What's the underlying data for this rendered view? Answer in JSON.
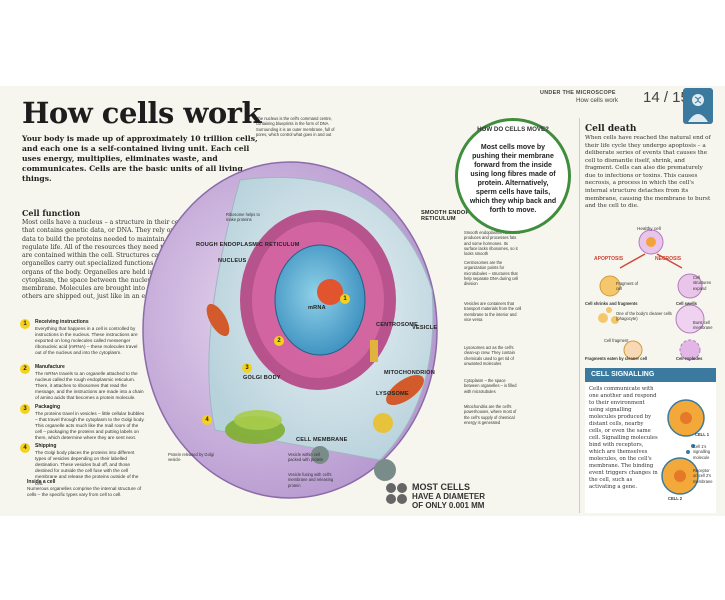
{
  "header": {
    "section": "UNDER THE MICROSCOPE",
    "subtitle": "How cells work",
    "page": "14 / 15"
  },
  "title": "How cells work",
  "intro": "Your body is made up of approximately 10 trillion cells, and each one is a self-contained living unit. Each cell uses energy, multiplies, eliminates waste, and communicates. Cells are the basic units of all living things.",
  "cell_function": {
    "heading": "Cell function",
    "text": "Most cells have a nucleus – a structure in their centre that contains genetic data, or DNA. They rely on this data to build the proteins needed to maintain and regulate life. All of the resources they need to do this are contained within the cell. Structures called organelles carry out specialized functions, similar to the organs of the body. Organelles are held in the cytoplasm, the space between the nucleus and the cell membrane. Molecules are brought into the cell and others are shipped out, just like in an efficient factory."
  },
  "steps": [
    {
      "num": "1",
      "title": "Receiving instructions",
      "text": "Everything that happens in a cell is controlled by instructions in the nucleus. These instructions are exported on long molecules called messenger ribonucleic acid (mRNA) – these molecules travel out of the nucleus and into the cytoplasm."
    },
    {
      "num": "2",
      "title": "Manufacture",
      "text": "The mRNA travels to an organelle attached to the nucleus called the rough endoplasmic reticulum. There, it attaches to ribosomes that read the message, and the instructions are made into a chain of amino acids that becomes a protein molecule."
    },
    {
      "num": "3",
      "title": "Packaging",
      "text": "The proteins travel in vesicles – little cellular bubbles – that travel through the cytoplasm to the Golgi body. This organelle acts much like the mail room of the cell – packaging the proteins and putting labels on them, which determine where they are sent next."
    },
    {
      "num": "4",
      "title": "Shipping",
      "text": "The Golgi body places the proteins into different types of vesicles depending on their labelled destination. These vesicles bud off, and those destined for outside the cell fuse with the cell membrane and release the proteins outside of the cell."
    }
  ],
  "inside": {
    "heading": "Inside a cell",
    "text": "Numerous organelles comprise the internal structure of cells – the specific types vary from cell to cell."
  },
  "cell_labels": {
    "rough_er": "ROUGH ENDOPLASMIC RETICULUM",
    "nucleus": "NUCLEUS",
    "mrna": "mRNA",
    "golgi": "GOLGI BODY",
    "cell_membrane": "CELL MEMBRANE",
    "smooth_er": "SMOOTH ENDOPLASMIC RETICULUM",
    "centrosome": "CENTROSOME",
    "vesicle": "VESICLE",
    "mitochondrion": "MITOCHONDRION",
    "lysosome": "LYSOSOME"
  },
  "callouts": {
    "nucleus_desc": "The nucleus is the cell's command centre, containing blueprints in the form of DNA. Surrounding it is an outer membrane, full of pores, which control what goes in and out",
    "ribosome": "Ribosome helps to make proteins",
    "smooth_er_desc": "Smooth endoplasmic reticulum produces and processes fats and some hormones. Its surface lacks ribosomes, so it looks smooth",
    "centrosome_desc": "Centrosomes are the organization points for microtubules – structures that help separate DNA during cell division",
    "vesicle_desc": "Vesicles are containers that transport materials from the cell membrane to the interior and vice versa",
    "lysosome_desc": "Lysosomes act as the cell's clean-up crew. They contain chemicals used to get rid of unwanted molecules",
    "cytoplasm_desc": "Cytoplasm – the space between organelles – is filled with microtubules",
    "mito_desc": "Mitochondria are the cell's powerhouses, where most of the cell's supply of chemical energy is generated",
    "protein_released": "Protein released by Golgi vesicle",
    "vesicle_protein": "Vesicle within cell packed with protein",
    "vesicle_fusing": "Vesicle fusing with cell's membrane and releasing protein"
  },
  "bubble": {
    "heading": "HOW DO CELLS MOVE?",
    "text": "Most cells move by pushing their membrane forward from the inside using long fibres made of protein. Alternatively, sperm cells have tails, which they whip back and forth to move."
  },
  "stat": {
    "line1": "MOST CELLS",
    "line2": "HAVE A DIAMETER",
    "line3": "OF ONLY 0.001 MM"
  },
  "cell_death": {
    "heading": "Cell death",
    "text": "When cells have reached the natural end of their life cycle they undergo apoptosis – a deliberate series of events that causes the cell to dismantle itself, shrink, and fragment. Cells can also die prematurely due to infections or toxins. This causes necrosis, a process in which the cell's internal structure detaches from its membrane, causing the membrane to burst and the cell to die.",
    "healthy": "Healthy cell",
    "apoptosis": "APOPTOSIS",
    "necrosis": "NECROSIS",
    "fragment": "Fragment of cell",
    "structures": "Cell structures expand",
    "shrinks": "Cell shrinks and fragments",
    "swells": "Cell swells",
    "phagocyte": "One of the body's cleaner cells (phagocyte)",
    "burst": "Burst cell membrane",
    "fragment_cell": "Cell fragment",
    "eaten": "Fragments eaten by cleaner cell",
    "explodes": "Cell explodes"
  },
  "signalling": {
    "heading": "CELL SIGNALLING",
    "text": "Cells communicate with one another and respond to their environment using signalling molecules produced by distant cells, nearby cells, or even the same cell. Signalling molecules bind with receptors, which are themselves molecules, on the cell's membrane. The binding event triggers changes in the cell, such as activating a gene.",
    "cell1": "CELL 1",
    "cell2": "CELL 2",
    "signalling_mol": "Cell 1's signalling molecule",
    "receptor": "Receptor on cell 2's membrane"
  }
}
